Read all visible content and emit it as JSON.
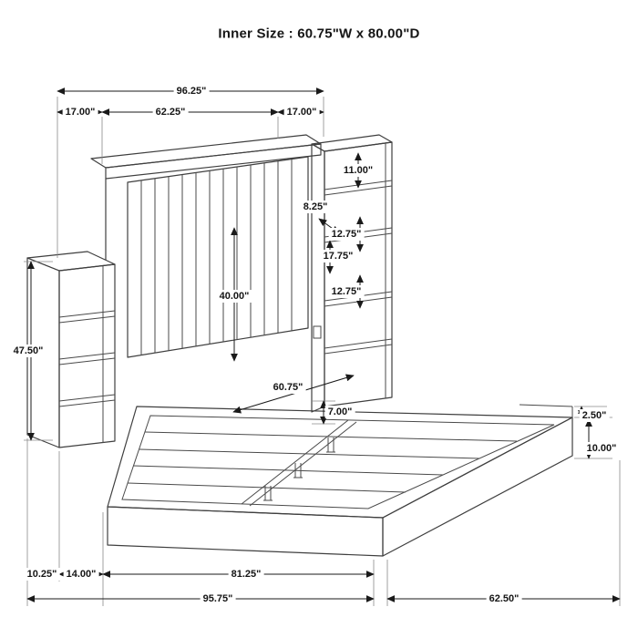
{
  "title": "Inner Size : 60.75\"W x 80.00\"D",
  "dimensions": {
    "overall_width": "96.25\"",
    "left_pier_width": "17.00\"",
    "headboard_width": "62.25\"",
    "right_pier_width": "17.00\"",
    "pier_top_section": "11.00\"",
    "shelf_depth": "8.25\"",
    "shelf_upper": "12.75\"",
    "shelf_middle": "17.75\"",
    "shelf_lower": "12.75\"",
    "headboard_height": "40.00\"",
    "pier_height": "47.50\"",
    "inner_width": "60.75\"",
    "rail_lip_height": "7.00\"",
    "deck_lip": "2.50\"",
    "rail_height": "10.00\"",
    "pier_side_depth": "10.25\"",
    "pier_front_depth": "14.00\"",
    "inner_foot_width": "81.25\"",
    "overall_foot_width": "95.75\"",
    "side_rail_length": "62.50\""
  }
}
